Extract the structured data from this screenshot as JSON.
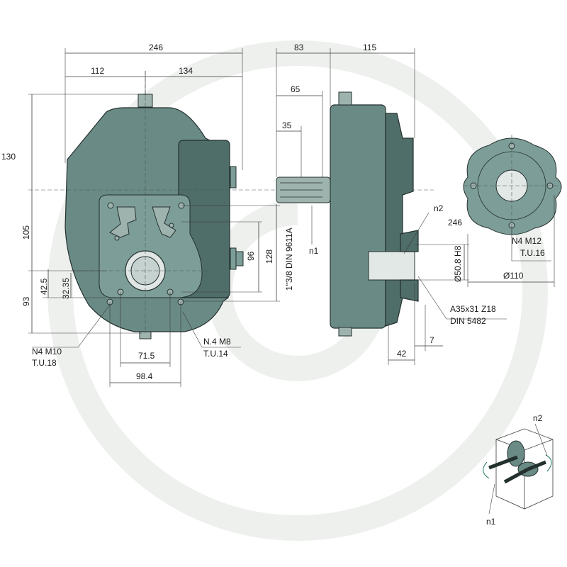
{
  "watermark": {
    "color": "#eceeec"
  },
  "colors": {
    "housing": "#6a8a85",
    "housing_dark": "#4f6d69",
    "dimension": "#1a1a1a"
  },
  "front_view": {
    "dims": {
      "overall_width": "246",
      "left_width": "112",
      "right_width": "134",
      "top_height": "130",
      "lower_height": "105",
      "bottom_height": "93",
      "bore_height_a": "42.5",
      "bore_height_b": "32.35",
      "hole_spacing_96": "96",
      "hole_spacing_128": "128",
      "hole_width_71": "71.5",
      "hole_width_98": "98.4"
    },
    "labels": {
      "holes_m10": "N4 M10",
      "thread_depth_18": "T.U.18",
      "holes_m8": "N.4 M8",
      "thread_depth_14": "T.U.14"
    }
  },
  "side_view": {
    "dims": {
      "input_length": "83",
      "output_length": "115",
      "shaft_65": "65",
      "shaft_35": "35",
      "hub_42": "42",
      "hub_7": "7"
    },
    "labels": {
      "input_shaft": "1\"3/8 DIN 9611A",
      "input_speed": "n1",
      "output_speed": "n2",
      "bore": "Ø50.8 H8",
      "spline": "A35x31 Z18",
      "spline_std": "DIN 5482"
    }
  },
  "flange_view": {
    "dims": {
      "diameter": "Ø110",
      "pcd": "246"
    },
    "labels": {
      "holes_m12": "N4 M12",
      "thread_depth_16": "T.U.16"
    }
  },
  "rotation_diagram": {
    "labels": {
      "output": "n2",
      "input": "n1"
    }
  }
}
